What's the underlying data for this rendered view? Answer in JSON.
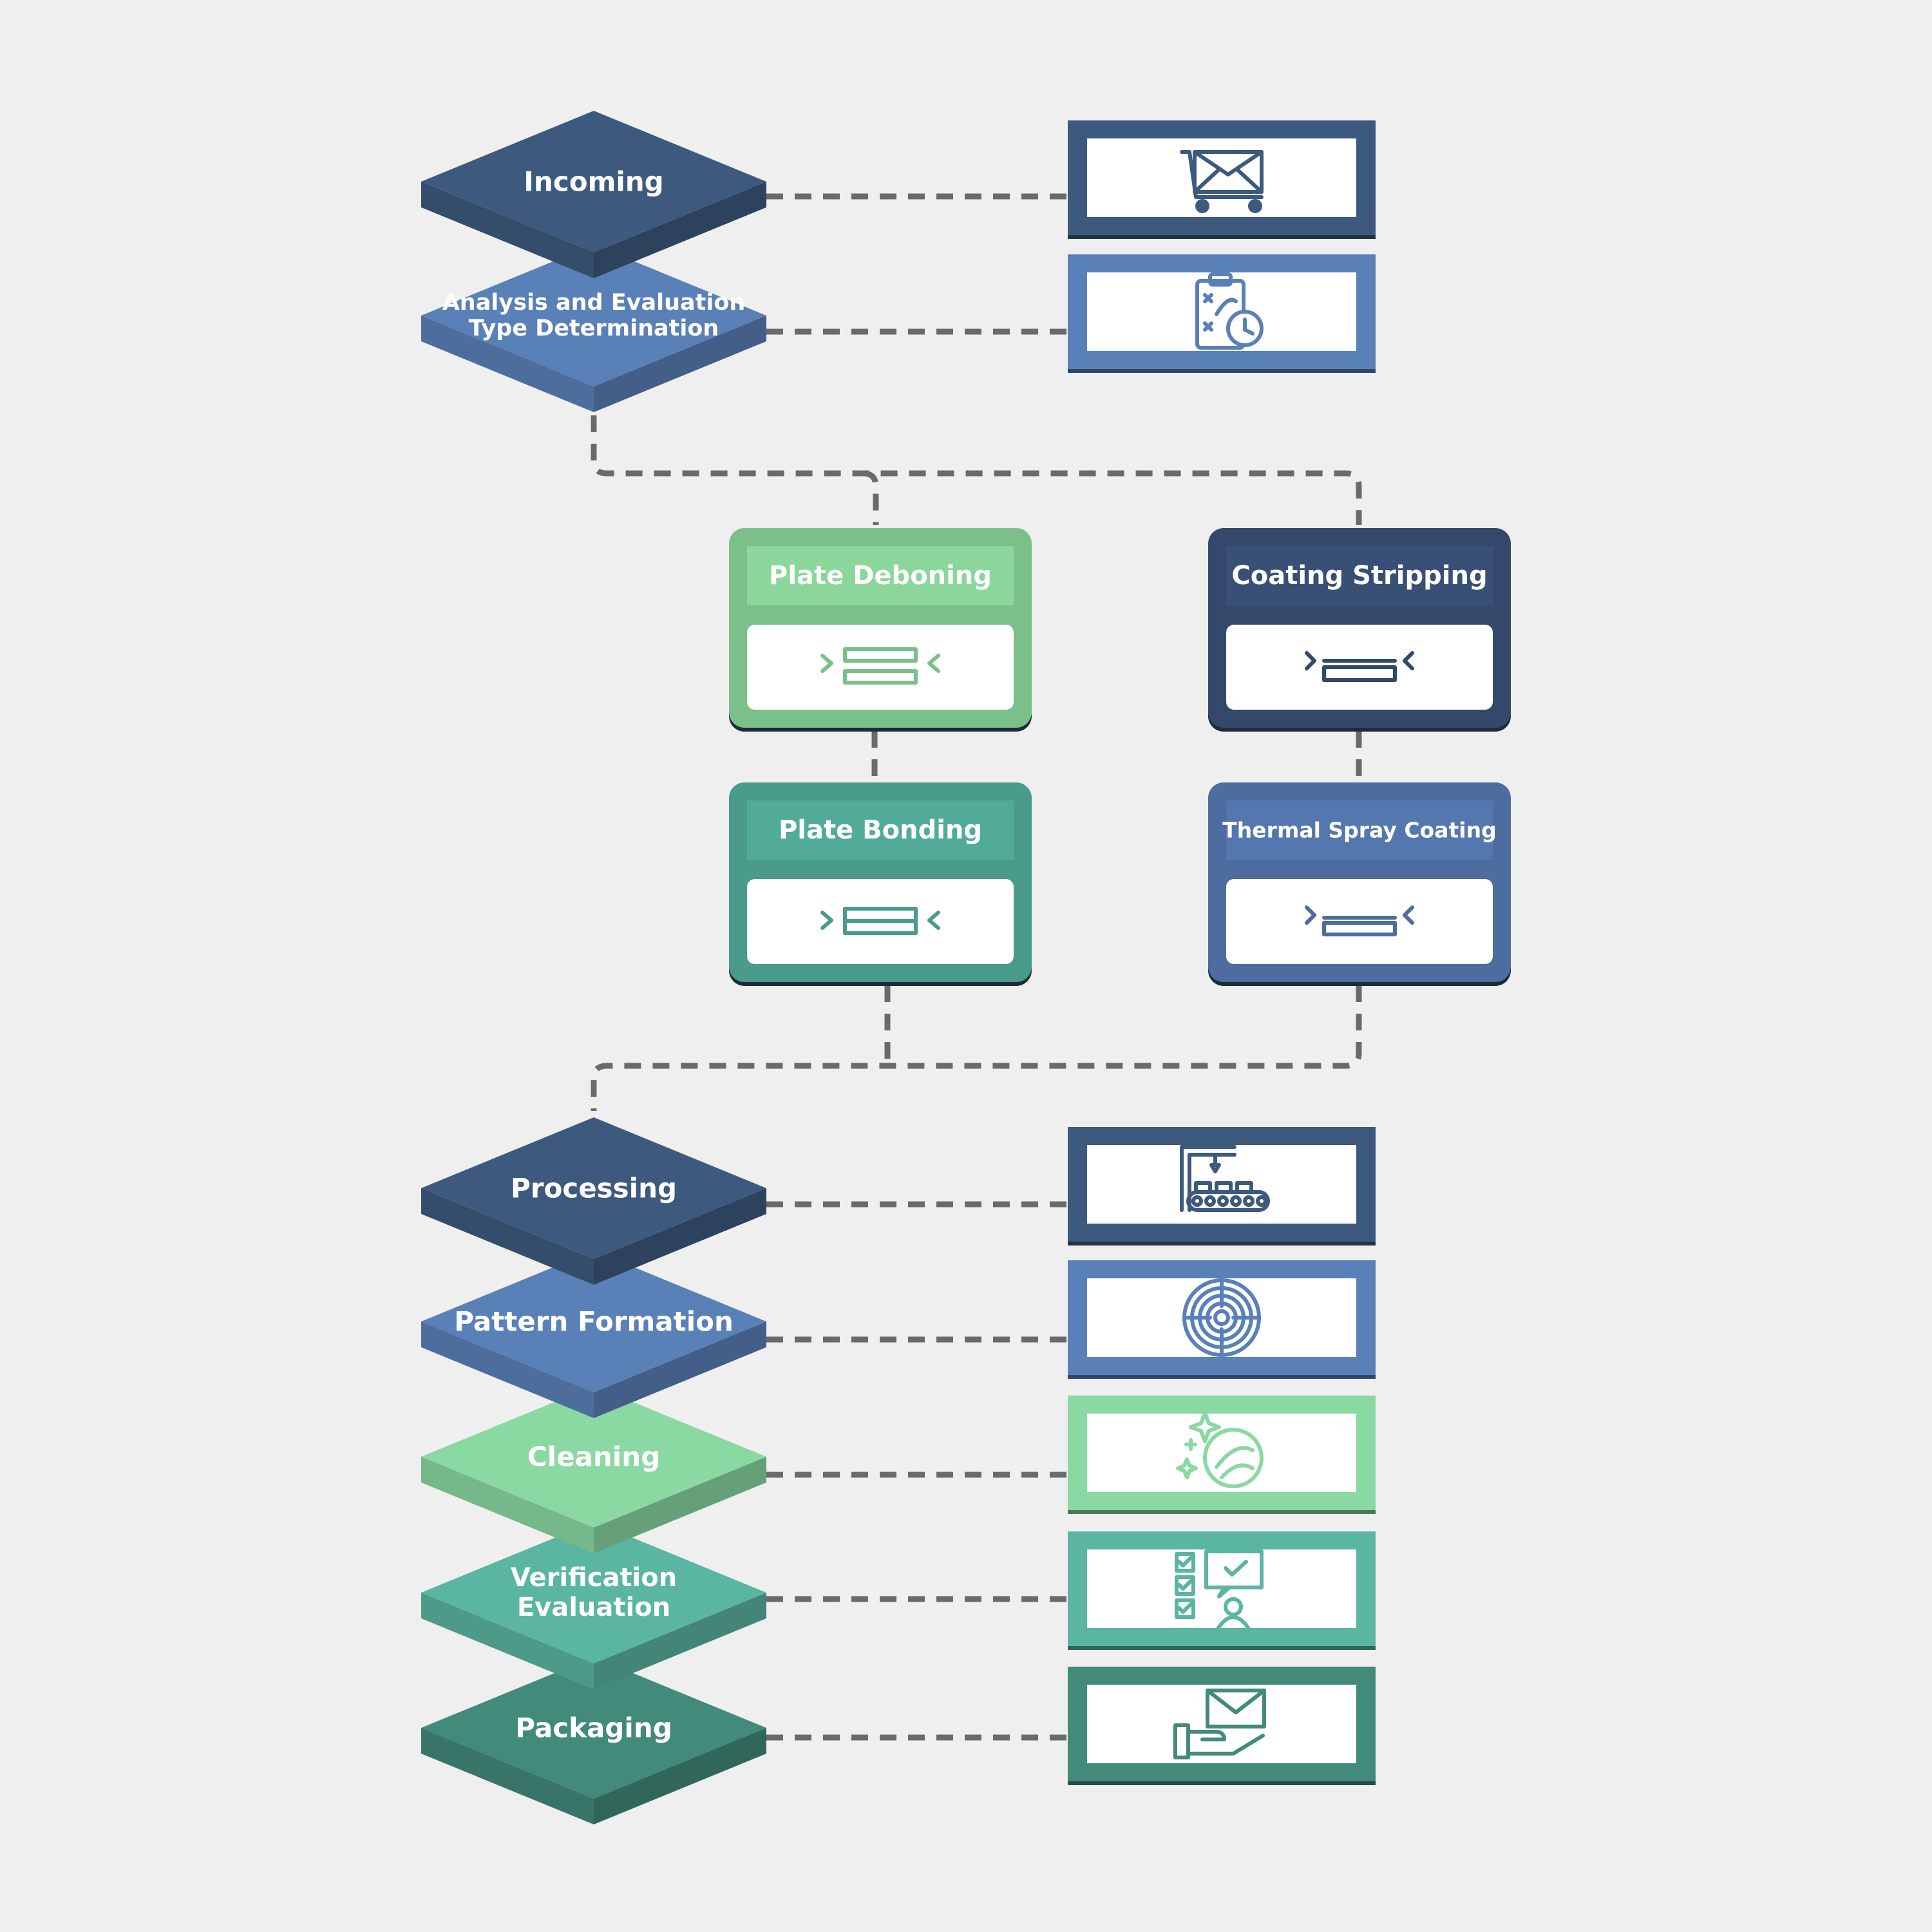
{
  "stages_top": [
    {
      "label_lines": [
        "Incoming"
      ],
      "icon": "cart-envelope-icon",
      "color": "#3d5a7e"
    },
    {
      "label_lines": [
        "Analysis and Evaluation",
        "Type Determination"
      ],
      "icon": "clipboard-plan-icon",
      "color": "#5a80b8"
    }
  ],
  "branches": {
    "left": [
      {
        "title": "Plate Deboning",
        "icon": "plate-separate-icon",
        "color": "#7bbf8a"
      },
      {
        "title": "Plate Bonding",
        "icon": "plate-join-icon",
        "color": "#4a9b8a"
      }
    ],
    "right": [
      {
        "title": "Coating Stripping",
        "icon": "coating-strip-icon",
        "color": "#33486b"
      },
      {
        "title": "Thermal Spray Coating",
        "icon": "spray-coating-icon",
        "color": "#4d6c9f"
      }
    ]
  },
  "stages_bottom": [
    {
      "label_lines": [
        "Processing"
      ],
      "icon": "conveyor-machine-icon",
      "color": "#3d5a7e"
    },
    {
      "label_lines": [
        "Pattern Formation"
      ],
      "icon": "concentric-pattern-icon",
      "color": "#5a80b8"
    },
    {
      "label_lines": [
        "Cleaning"
      ],
      "icon": "sparkle-cleaning-icon",
      "color": "#8ad8a2"
    },
    {
      "label_lines": [
        "Verification",
        "Evaluation"
      ],
      "icon": "checklist-review-icon",
      "color": "#5ab5a1"
    },
    {
      "label_lines": [
        "Packaging"
      ],
      "icon": "hand-envelope-icon",
      "color": "#428a7a"
    }
  ]
}
